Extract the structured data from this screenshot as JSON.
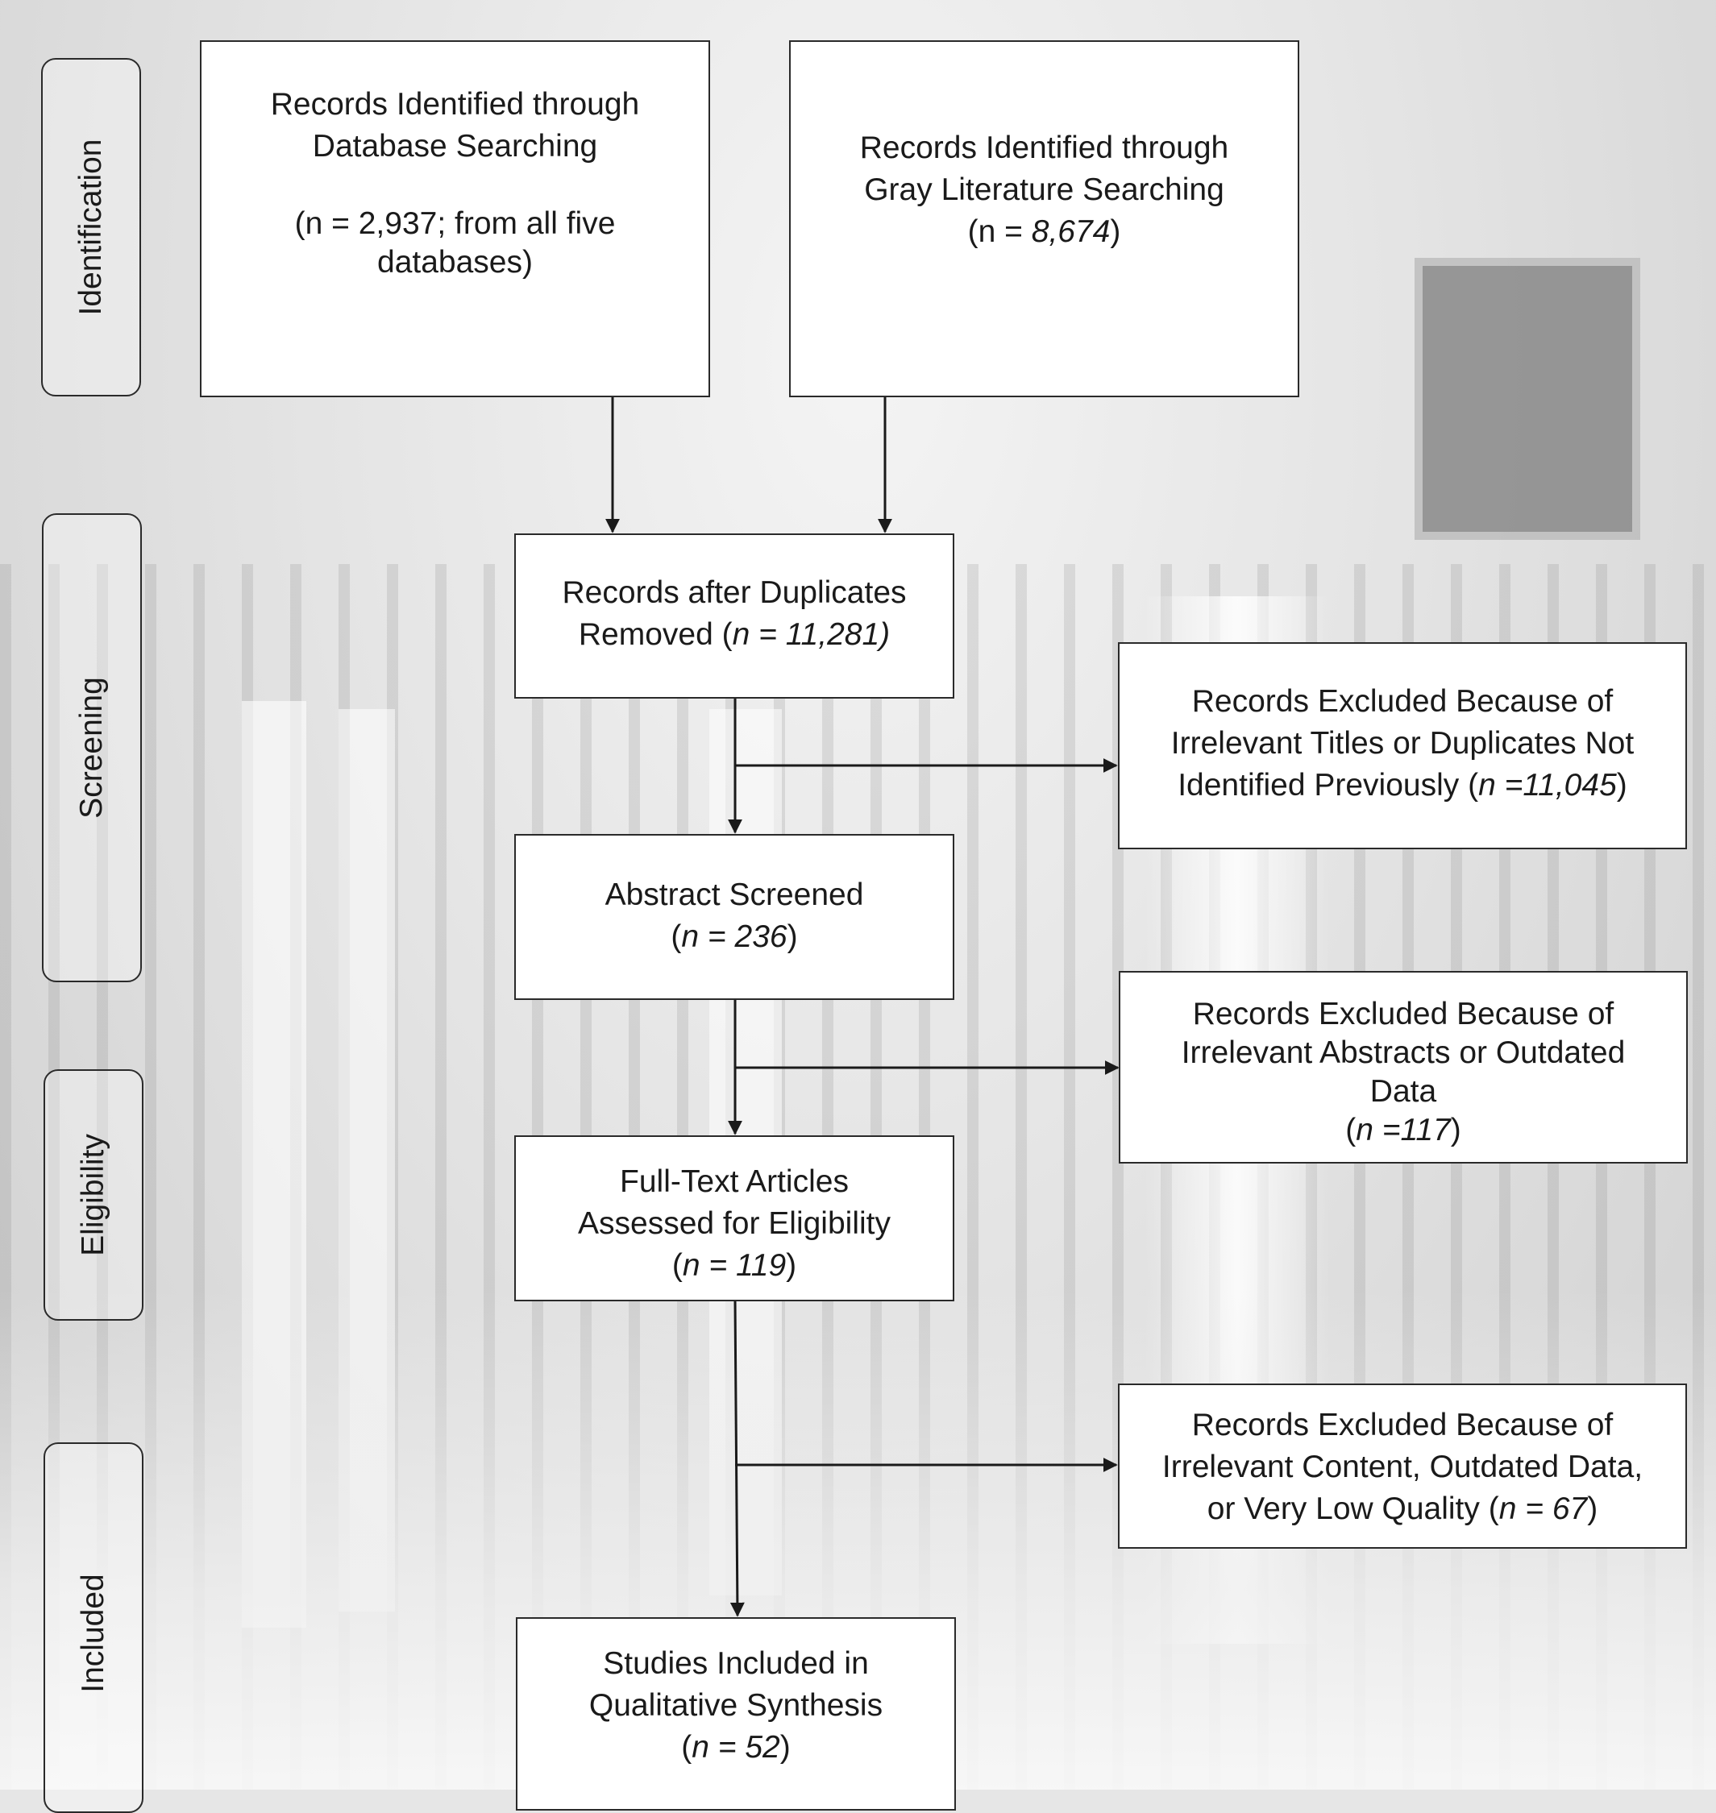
{
  "stages": {
    "identification": "Identification",
    "screening": "Screening",
    "eligibility": "Eligibility",
    "included": "Included"
  },
  "boxes": {
    "database": {
      "line1": "Records Identified through",
      "line2": "Database Searching",
      "line3": "(n = 2,937; from all five",
      "line4": "databases)"
    },
    "gray_literature": {
      "line1": "Records Identified through",
      "line2": "Gray Literature Searching",
      "line3_pre": "(n = ",
      "line3_num": "8,674",
      "line3_post": ")"
    },
    "after_duplicates": {
      "line1": "Records after Duplicates",
      "line2_pre": "Removed (",
      "line2_num": "n = 11,281)"
    },
    "excluded_titles": {
      "line1": "Records Excluded Because of",
      "line2": "Irrelevant Titles or Duplicates Not",
      "line3_pre": "Identified Previously (",
      "line3_num": "n =11,045",
      "line3_post": ")"
    },
    "abstract_screened": {
      "line1": "Abstract Screened",
      "line2_pre": "(",
      "line2_num": "n = 236",
      "line2_post": ")"
    },
    "excluded_abstracts": {
      "line1": "Records Excluded Because of",
      "line2": "Irrelevant Abstracts or Outdated",
      "line3": "Data",
      "line4_pre": "(",
      "line4_num": "n =117",
      "line4_post": ")"
    },
    "full_text": {
      "line1": "Full-Text Articles",
      "line2": "Assessed for Eligibility",
      "line3_pre": "(",
      "line3_num": "n = 119",
      "line3_post": ")"
    },
    "excluded_content": {
      "line1": "Records Excluded Because of",
      "line2": "Irrelevant Content, Outdated Data,",
      "line3_pre": "or Very Low Quality (",
      "line3_num": "n = 67",
      "line3_post": ")"
    },
    "included": {
      "line1": "Studies Included in",
      "line2": "Qualitative Synthesis",
      "line3_pre": "(",
      "line3_num": "n = 52",
      "line3_post": ")"
    }
  },
  "colors": {
    "line": "#1a1a1a",
    "box_fill": "#ffffff"
  }
}
